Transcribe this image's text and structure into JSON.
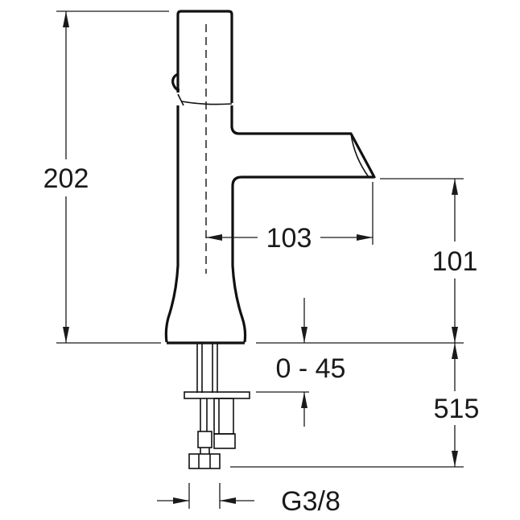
{
  "diagram": {
    "dimensions": {
      "total_height": "202",
      "spout_reach": "103",
      "spout_height": "101",
      "deck_thickness": "0 - 45",
      "tail_length": "515",
      "connection": "G3/8"
    }
  }
}
